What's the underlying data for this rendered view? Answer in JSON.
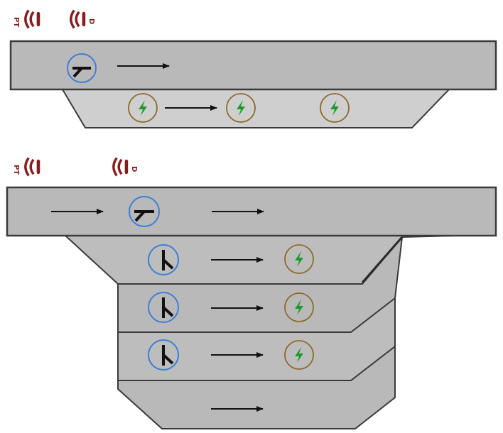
{
  "colors": {
    "bar_main": "#b9b9b9",
    "bar_light": "#cfcfcf",
    "outline": "#3a3a3a",
    "breaker_ring": "#3d7fd6",
    "bolt_ring": "#8b6a2a",
    "bolt": "#1f9a2a",
    "signal": "#8b1a1a",
    "arrow": "#111111"
  },
  "top_diagram": {
    "signals": [
      {
        "icon": "radio-signal-icon",
        "label": "PT"
      },
      {
        "icon": "radio-signal-icon",
        "label": "D"
      }
    ],
    "main_bar": {
      "icons": [
        "breaker-icon",
        "arrow-right-icon"
      ]
    },
    "sub_bar": {
      "icons": [
        "lightning-icon",
        "arrow-right-icon",
        "lightning-icon",
        "lightning-icon"
      ]
    }
  },
  "bottom_diagram": {
    "signals": [
      {
        "icon": "radio-signal-icon",
        "label": "PT"
      },
      {
        "icon": "radio-signal-icon",
        "label": "D"
      }
    ],
    "rows": [
      {
        "icons": [
          "arrow-right-icon",
          "breaker-icon",
          "arrow-right-icon"
        ]
      },
      {
        "icons": [
          "breaker-icon",
          "arrow-right-icon",
          "lightning-icon"
        ]
      },
      {
        "icons": [
          "breaker-icon",
          "arrow-right-icon",
          "lightning-icon"
        ]
      },
      {
        "icons": [
          "breaker-icon",
          "arrow-right-icon",
          "lightning-icon"
        ]
      },
      {
        "icons": [
          "arrow-right-icon"
        ]
      }
    ]
  }
}
